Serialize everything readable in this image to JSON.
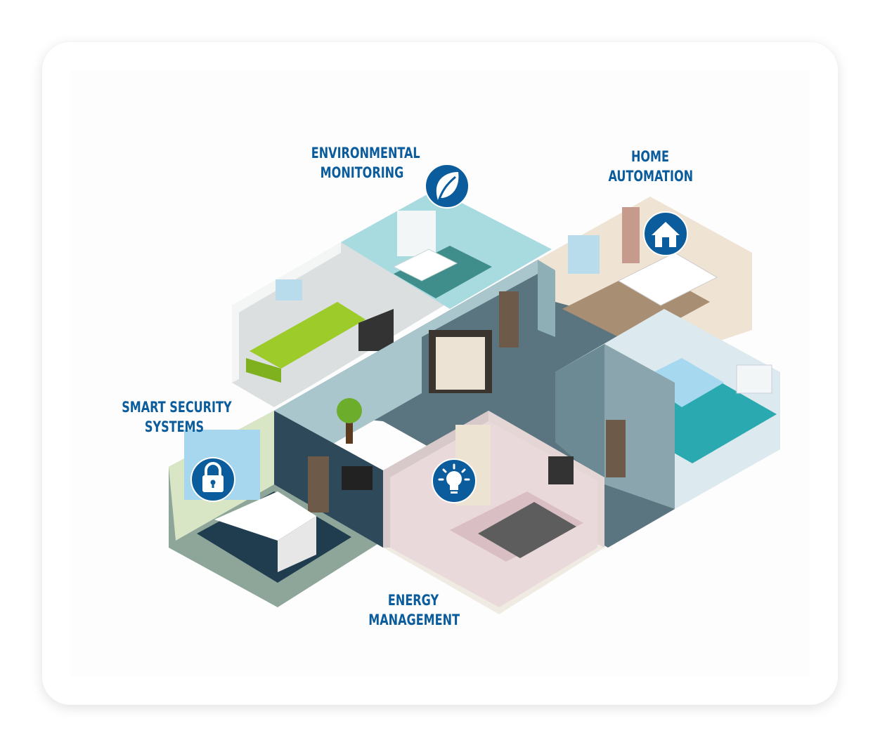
{
  "labels": {
    "environmental": [
      "ENVIRONMENTAL",
      "MONITORING"
    ],
    "home_automation": [
      "HOME",
      "AUTOMATION"
    ],
    "security": [
      "SMART SECURITY",
      "SYSTEMS"
    ],
    "energy": [
      "ENERGY",
      "MANAGEMENT"
    ]
  },
  "icons": {
    "environmental": "leaf-icon",
    "home_automation": "house-icon",
    "security": "padlock-icon",
    "energy": "lightbulb-icon"
  },
  "colors": {
    "accent": "#0b5c9c",
    "floor_main": "#5b7580",
    "wall": "#a9c6cc"
  }
}
